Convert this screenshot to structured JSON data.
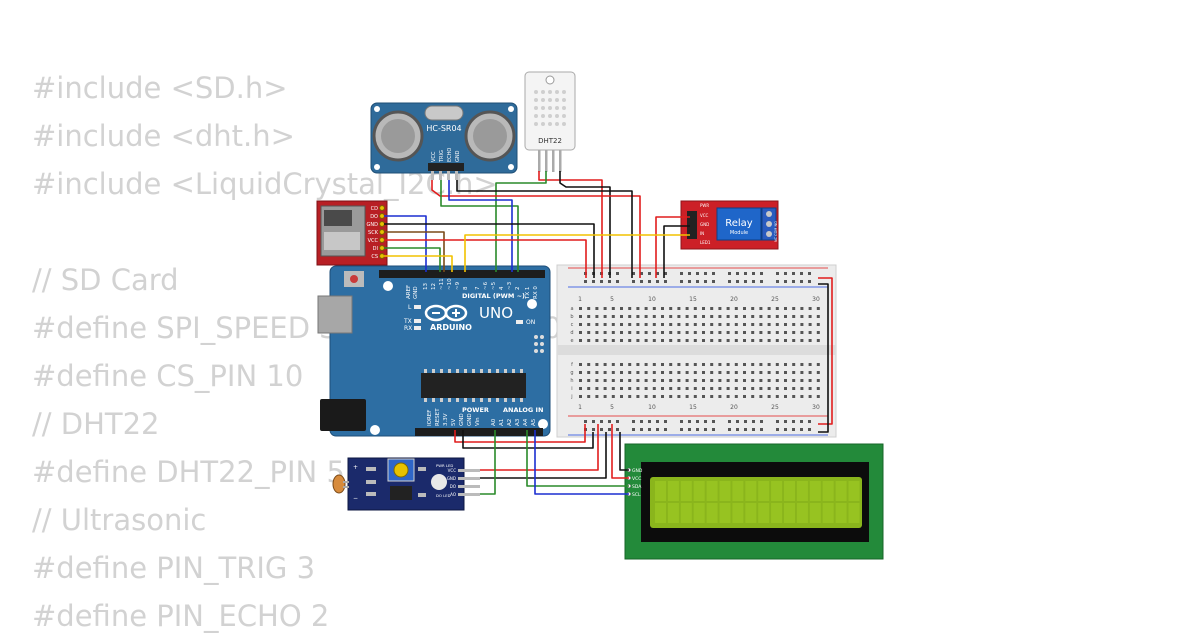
{
  "code_lines": [
    "#include <SD.h>",
    "#include <dht.h>",
    "#include <LiquidCrystal_I2C.h>",
    "",
    "// SD Card",
    "#define SPI_SPEED SD_SCK_MHZ(50)",
    "#define CS_PIN 10",
    "// DHT22",
    "#define DHT22_PIN 5",
    "// Ultrasonic",
    "#define PIN_TRIG 3",
    "#define PIN_ECHO 2"
  ],
  "ultrasonic": {
    "model": "HC-SR04",
    "pins": [
      "VCC",
      "TRIG",
      "ECHO",
      "GND"
    ]
  },
  "dht": {
    "label": "DHT22"
  },
  "sd_module": {
    "pins": [
      "CD",
      "DO",
      "GND",
      "SCK",
      "VCC",
      "DI",
      "CS"
    ]
  },
  "relay": {
    "title": "Relay",
    "subtitle": "Module",
    "pins": [
      "PWR",
      "VCC",
      "GND",
      "IN",
      "LED1"
    ],
    "terminals": "NC COM NO"
  },
  "arduino": {
    "brand": "ARDUINO",
    "model": "UNO",
    "tx": "TX",
    "rx": "RX",
    "l": "L",
    "on": "ON",
    "digital_label": "DIGITAL (PWM ~)",
    "digital_pins": [
      "AREF",
      "GND",
      "13",
      "12",
      "~11",
      "~10",
      "~9",
      "8",
      "7",
      "~6",
      "~5",
      "4",
      "~3",
      "2",
      "TX 1",
      "RX 0"
    ],
    "power_label": "POWER",
    "analog_label": "ANALOG IN",
    "power_pins": [
      "IOREF",
      "RESET",
      "3.3V",
      "5V",
      "GND",
      "GND",
      "Vin"
    ],
    "analog_pins": [
      "A0",
      "A1",
      "A2",
      "A3",
      "A4",
      "A5"
    ]
  },
  "breadboard": {
    "columns": [
      "1",
      "5",
      "10",
      "15",
      "20",
      "25",
      "30"
    ],
    "rows_top": [
      "a",
      "b",
      "c",
      "d",
      "e"
    ],
    "rows_bottom": [
      "f",
      "g",
      "h",
      "i",
      "j"
    ]
  },
  "ldr": {
    "pins": [
      "VCC",
      "GND",
      "DO",
      "AO"
    ],
    "leds": [
      "PWR LED",
      "DO LED"
    ]
  },
  "lcd": {
    "pins": [
      "GND",
      "VCC",
      "SDA",
      "SCL"
    ]
  },
  "colors": {
    "red": "#e11d1d",
    "black": "#111111",
    "green": "#2a8a2a",
    "blue": "#1c2fd0",
    "yellow": "#f2c200",
    "board": "#2d6ea3",
    "lcd_pcb": "#238a3a",
    "lcd_screen": "#8ab51c"
  }
}
